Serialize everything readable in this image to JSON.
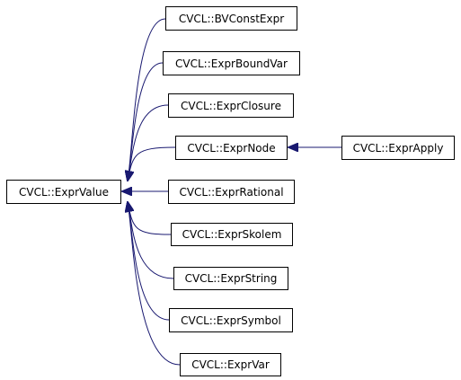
{
  "diagram": {
    "edge_color": "#191970",
    "base_class": "CVCL::ExprValue",
    "derived_classes": [
      "CVCL::BVConstExpr",
      "CVCL::ExprBoundVar",
      "CVCL::ExprClosure",
      "CVCL::ExprNode",
      "CVCL::ExprRational",
      "CVCL::ExprSkolem",
      "CVCL::ExprString",
      "CVCL::ExprSymbol",
      "CVCL::ExprVar"
    ],
    "second_level": {
      "parent": "CVCL::ExprNode",
      "child": "CVCL::ExprApply"
    }
  }
}
